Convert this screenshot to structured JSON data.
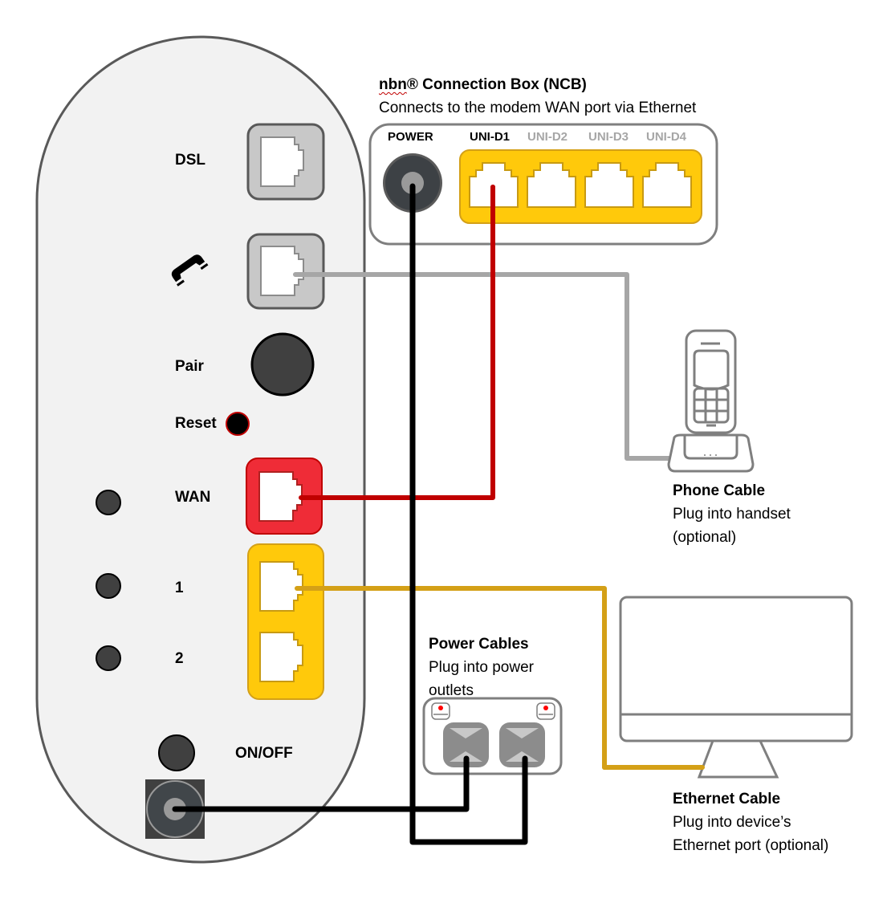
{
  "modem": {
    "labels": {
      "dsl": "DSL",
      "phone_icon": "phone-handset-icon",
      "pair": "Pair",
      "reset": "Reset",
      "wan": "WAN",
      "lan1": "1",
      "lan2": "2",
      "on_off": "ON/OFF"
    },
    "colors": {
      "body": "#f2f2f2",
      "outline": "#595959",
      "grey_port": "#c8c8c8",
      "wan_port": "#ef2c37",
      "lan_port": "#ffc90b",
      "button": "#404040"
    }
  },
  "ncb": {
    "brand": "nbn",
    "title_rest": "® Connection Box (NCB)",
    "subtitle": "Connects to the modem WAN port via Ethernet",
    "ports": [
      {
        "label": "POWER",
        "active": true
      },
      {
        "label": "UNI-D1",
        "active": true
      },
      {
        "label": "UNI-D2",
        "active": false
      },
      {
        "label": "UNI-D3",
        "active": false
      },
      {
        "label": "UNI-D4",
        "active": false
      }
    ]
  },
  "callouts": {
    "phone": {
      "title": "Phone Cable",
      "line1": "Plug into handset",
      "line2": "(optional)"
    },
    "power": {
      "title": "Power Cables",
      "line1": "Plug into power",
      "line2": "outlets"
    },
    "ethernet": {
      "title": "Ethernet Cable",
      "line1": "Plug into device’s",
      "line2": "Ethernet port (optional)"
    }
  },
  "cables": {
    "phone": {
      "color": "#a6a6a6",
      "from": "modem-phone-port",
      "to": "handset-base"
    },
    "wan": {
      "color": "#c00000",
      "from": "modem-wan-port",
      "to": "ncb-uni-d1"
    },
    "lan": {
      "color": "#d4a017",
      "from": "modem-lan-1",
      "to": "computer"
    },
    "power_modem": {
      "color": "#000000",
      "from": "modem-power-jack",
      "to": "power-outlet-left"
    },
    "power_ncb": {
      "color": "#000000",
      "from": "ncb-power-jack",
      "to": "power-outlet-right"
    }
  }
}
